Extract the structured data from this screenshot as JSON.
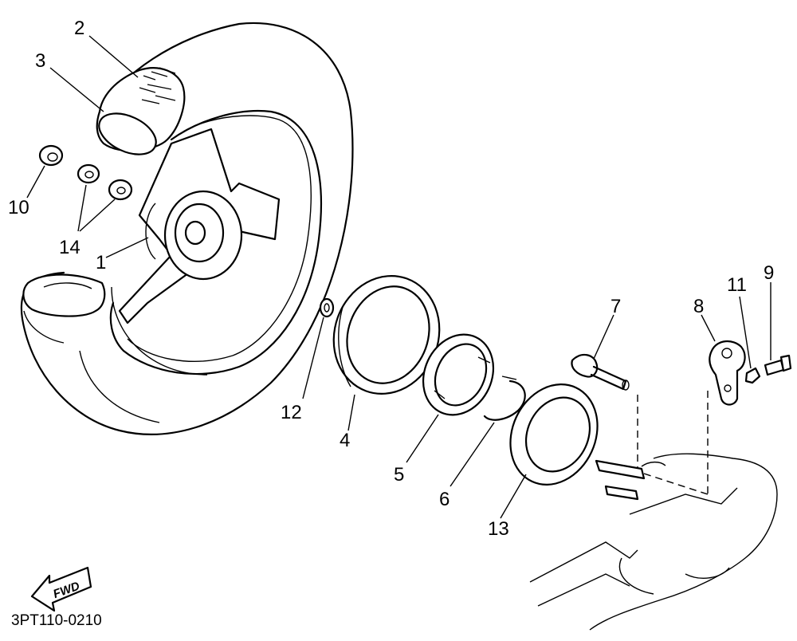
{
  "diagram": {
    "callouts": [
      "1",
      "2",
      "3",
      "4",
      "5",
      "6",
      "7",
      "8",
      "9",
      "10",
      "11",
      "12",
      "13",
      "14"
    ],
    "arrow_label": "FWD",
    "drawing_code": "3PT110-0210"
  }
}
